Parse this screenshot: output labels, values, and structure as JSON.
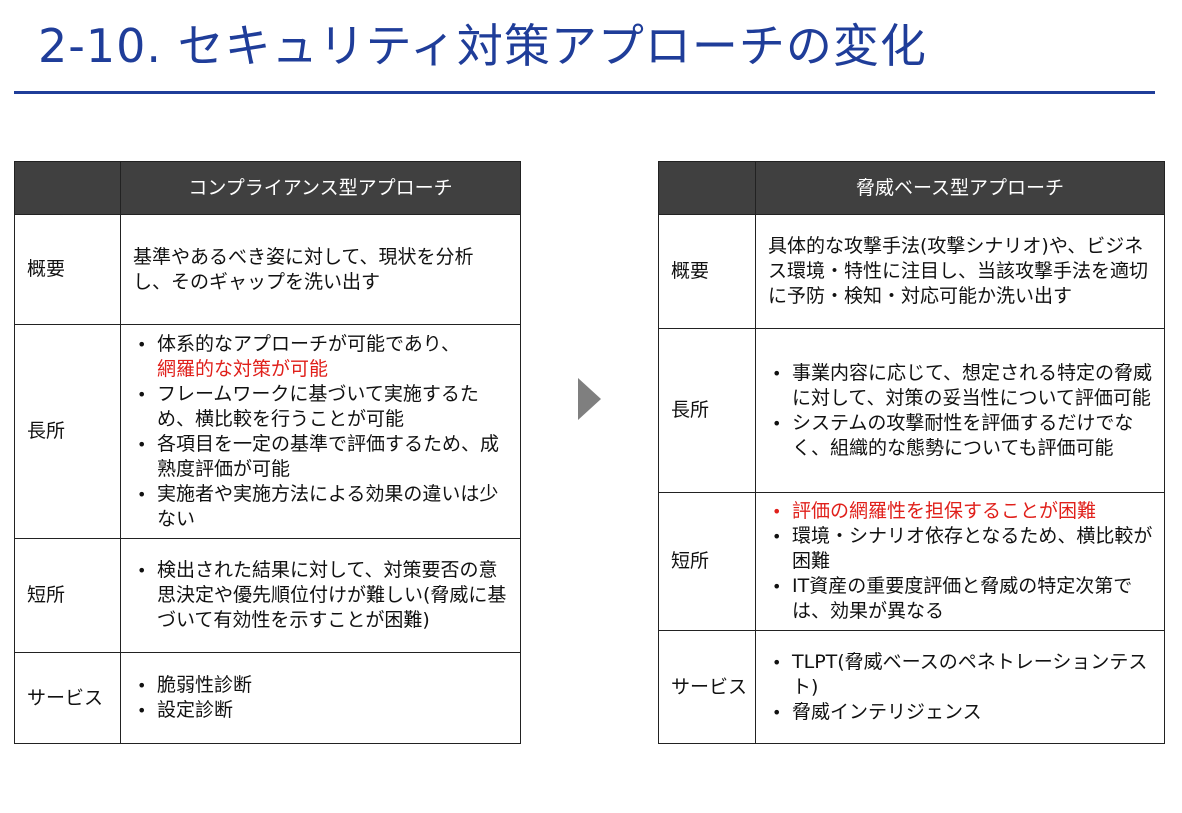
{
  "title": "2-10. セキュリティ対策アプローチの変化",
  "arrow_icon": "right-triangle-arrow",
  "colors": {
    "title": "#1f3d99",
    "header_bg": "#404040",
    "highlight": "#e0201b",
    "arrow": "#7f7f7f"
  },
  "left": {
    "header": "コンプライアンス型アプローチ",
    "rows": {
      "summary": {
        "label": "概要",
        "text": "基準やあるべき姿に対して、現状を分析し、そのギャップを洗い出す"
      },
      "pros": {
        "label": "長所",
        "item1_a": "体系的なアプローチが可能であり、",
        "item1_b": "網羅的な対策が可能",
        "item2": "フレームワークに基づいて実施するため、横比較を行うことが可能",
        "item3": "各項目を一定の基準で評価するため、成熟度評価が可能",
        "item4": "実施者や実施方法による効果の違いは少ない"
      },
      "cons": {
        "label": "短所",
        "item1": "検出された結果に対して、対策要否の意思決定や優先順位付けが難しい(脅威に基づいて有効性を示すことが困難)"
      },
      "services": {
        "label": "サービス",
        "item1": "脆弱性診断",
        "item2": "設定診断"
      }
    }
  },
  "right": {
    "header": "脅威ベース型アプローチ",
    "rows": {
      "summary": {
        "label": "概要",
        "text": "具体的な攻撃手法(攻撃シナリオ)や、ビジネス環境・特性に注目し、当該攻撃手法を適切に予防・検知・対応可能か洗い出す"
      },
      "pros": {
        "label": "長所",
        "item1": "事業内容に応じて、想定される特定の脅威に対して、対策の妥当性について評価可能",
        "item2": "システムの攻撃耐性を評価するだけでなく、組織的な態勢についても評価可能"
      },
      "cons": {
        "label": "短所",
        "item1": "評価の網羅性を担保することが困難",
        "item2": "環境・シナリオ依存となるため、横比較が困難",
        "item3": "IT資産の重要度評価と脅威の特定次第では、効果が異なる"
      },
      "services": {
        "label": "サービス",
        "item1": "TLPT(脅威ベースのペネトレーションテスト)",
        "item2": "脅威インテリジェンス"
      }
    }
  }
}
